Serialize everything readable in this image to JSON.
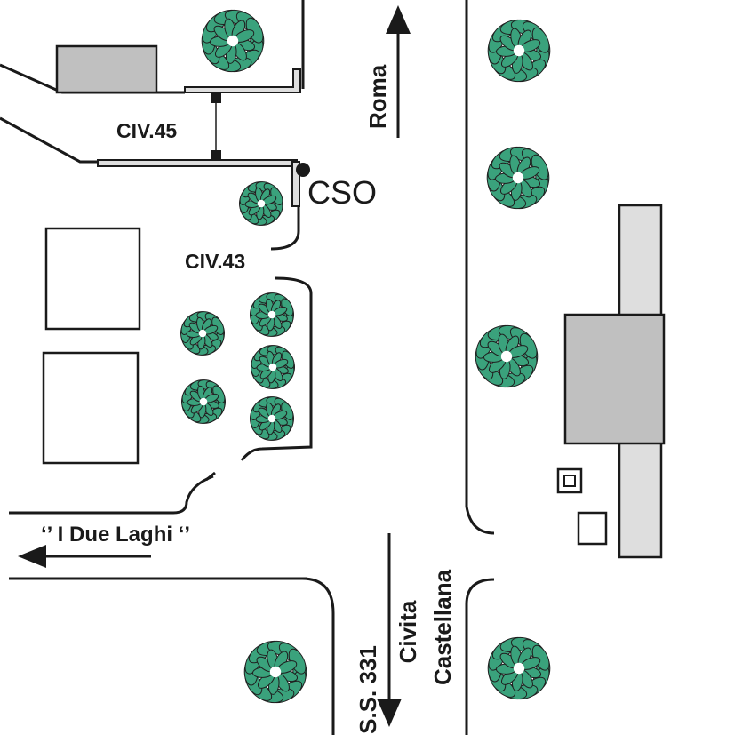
{
  "labels": {
    "roma": "Roma",
    "civ45": "CIV.45",
    "cso": "CSO",
    "civ43": "CIV.43",
    "due_laghi": "‘’ I Due Laghi ‘’",
    "ss331": "S.S. 331",
    "civita": "Civita",
    "castellana": "Castellana"
  },
  "colors": {
    "line": "#1a1a1a",
    "building_fill": "#c0c0c0",
    "light_fill": "#dedede",
    "tree_fill": "#3aa27c",
    "tree_outline": "#1f1f1f"
  },
  "icons": [
    "tree-icon",
    "arrow-north-icon",
    "arrow-west-icon",
    "arrow-south-icon",
    "manhole-marker-icon"
  ]
}
